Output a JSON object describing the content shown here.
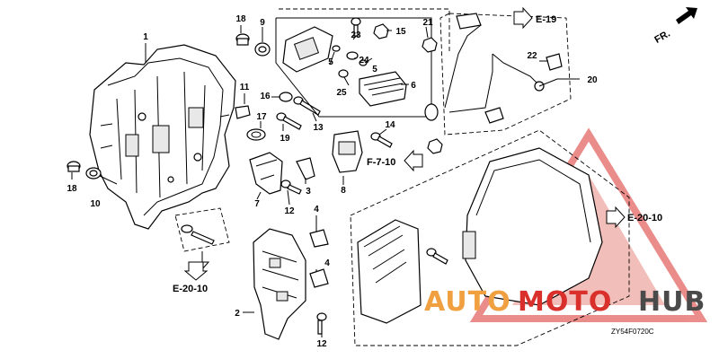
{
  "diagram": {
    "part_labels": [
      "1",
      "2",
      "3",
      "4",
      "4",
      "5",
      "5",
      "6",
      "7",
      "8",
      "9",
      "10",
      "11",
      "12",
      "12",
      "13",
      "14",
      "15",
      "16",
      "17",
      "18",
      "18",
      "19",
      "20",
      "21",
      "22",
      "23",
      "24",
      "25"
    ],
    "refs": {
      "e19": "E-19",
      "f710": "F-7-10",
      "e2010_bottom": "E-20-10",
      "e2010_right": "E-20-10",
      "front": "FR."
    },
    "figure_code": "ZY54F0720C"
  },
  "watermark": {
    "text_auto": "AUTO",
    "text_moto": "MOTO",
    "text_hub": "HUB",
    "colors": {
      "orange": "#f0a040",
      "red": "#d9302c",
      "gray": "#4a4a4a"
    }
  }
}
